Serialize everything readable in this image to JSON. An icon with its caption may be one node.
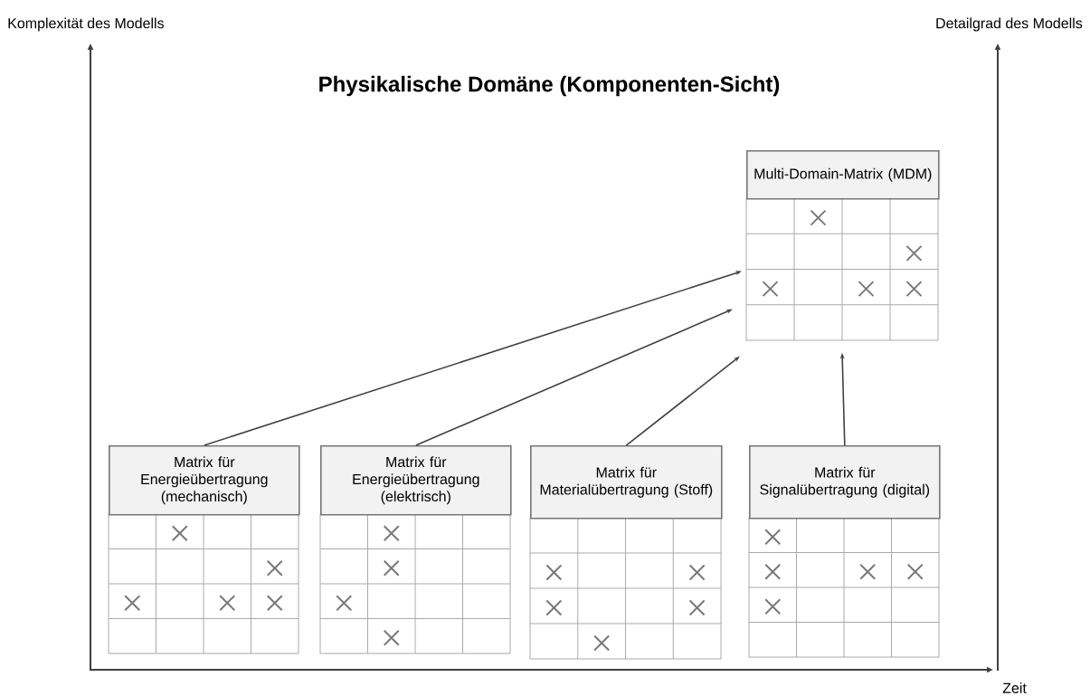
{
  "diagram": {
    "title": "Physikalische Domäne (Komponenten-Sicht)",
    "nodes": [
      {
        "text": [
          "Multi-Domain-Matrix (MDM)"
        ]
      },
      {
        "text": [
          "Matrix für Energieübertragung (mechanisch)"
        ]
      },
      {
        "text": [
          "Matrix für Energieübertragung (elektrisch)"
        ]
      },
      {
        "text": [
          "Matrix für Materialübertragung (Stoff)"
        ]
      },
      {
        "text": [
          "Matrix für Signalübertragung (digital)"
        ]
      }
    ],
    "edges": [
      {
        "from": 1,
        "to": 0,
        "arrow": "to"
      },
      {
        "from": 2,
        "to": 0,
        "arrow": "to"
      },
      {
        "from": 3,
        "to": 0,
        "arrow": "to"
      },
      {
        "from": 4,
        "to": 0,
        "arrow": "to"
      }
    ],
    "labels": [
      "Komplexität des Modells",
      "Detailgrad des Modells",
      "Zeit"
    ]
  }
}
